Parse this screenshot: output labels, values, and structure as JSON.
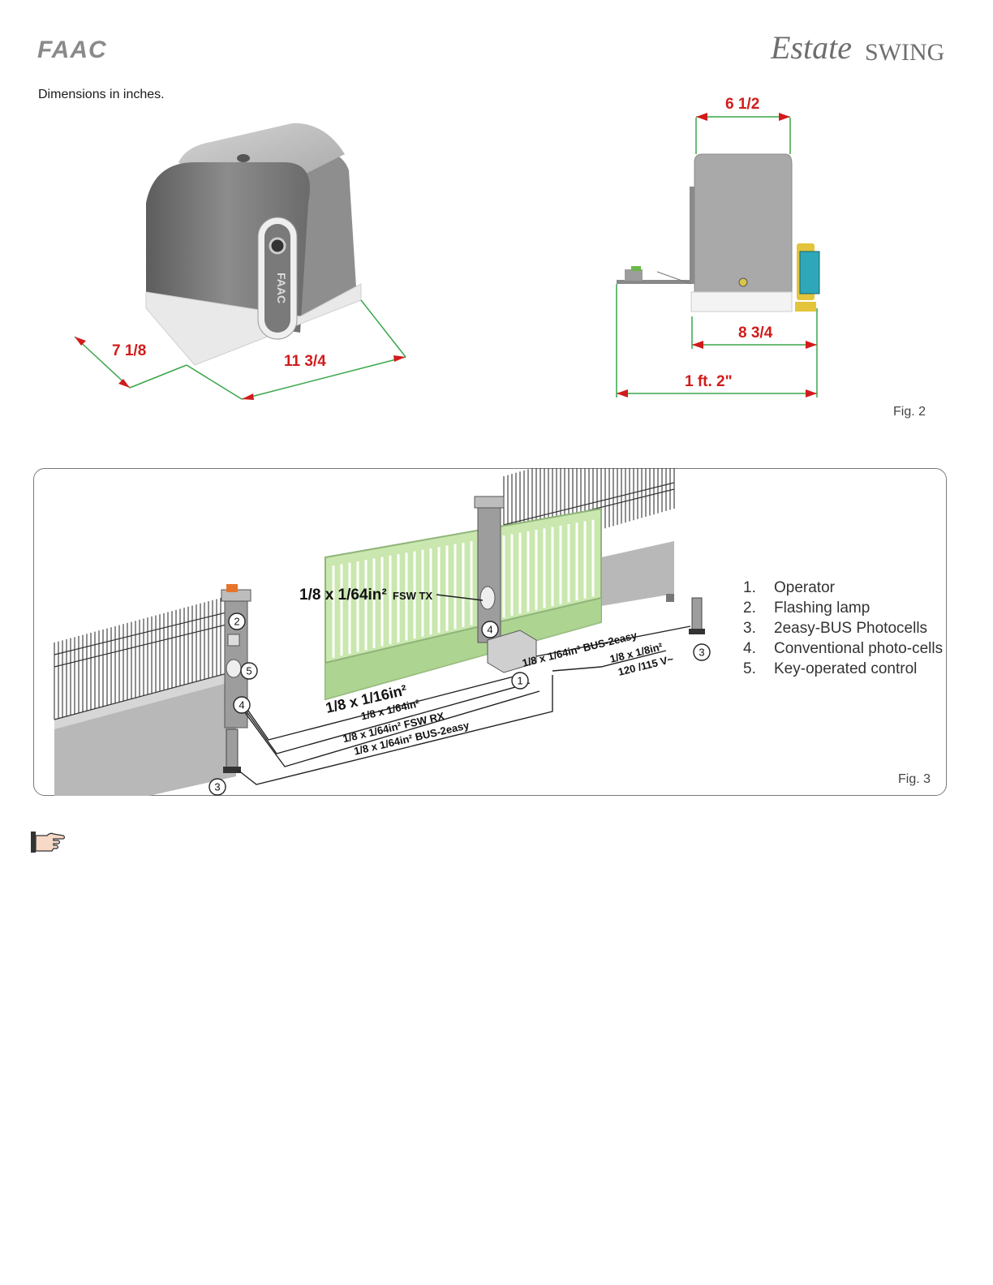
{
  "header": {
    "brand_left": "FAAC",
    "brand_right_script": "Estate",
    "brand_right_caps": "SWING"
  },
  "fig2": {
    "title": "Dimensions in inches.",
    "caption": "Fig. 2",
    "dims": {
      "depth": "7 1/8",
      "length": "11 3/4",
      "width_top": "6 1/2",
      "base": "8 3/4",
      "overall": "1 ft. 2\""
    },
    "operator_logo": "FAAC"
  },
  "fig3": {
    "caption": "Fig. 3",
    "cables": {
      "fsw_tx_main": "1/8 x 1/64in²",
      "fsw_tx_tag": "FSW TX",
      "bus_right": "1/8 x 1/64in² BUS-2easy",
      "power_right": "1/8 x 1/8in²",
      "voltage": "120 /115 V~",
      "main_16": "1/8 x 1/16in²",
      "key_64": "1/8 x 1/64in²",
      "fsw_rx": "1/8 x 1/64in² FSW RX",
      "bus_left": "1/8 x 1/64in² BUS-2easy"
    },
    "callouts": [
      "1",
      "2",
      "3",
      "4",
      "5"
    ],
    "legend": [
      {
        "num": "1.",
        "text": "Operator"
      },
      {
        "num": "2.",
        "text": "Flashing lamp"
      },
      {
        "num": "3.",
        "text": "2easy-BUS Photocells"
      },
      {
        "num": "4.",
        "text": "Conventional photo-cells"
      },
      {
        "num": "5.",
        "text": "Key-operated control"
      }
    ]
  },
  "icons": {
    "note": "pointing-hand-icon"
  },
  "colors": {
    "dimension_red": "#d21b1b",
    "dimension_line_green": "#3aa64a",
    "gate_green": "#c9e7ae"
  }
}
